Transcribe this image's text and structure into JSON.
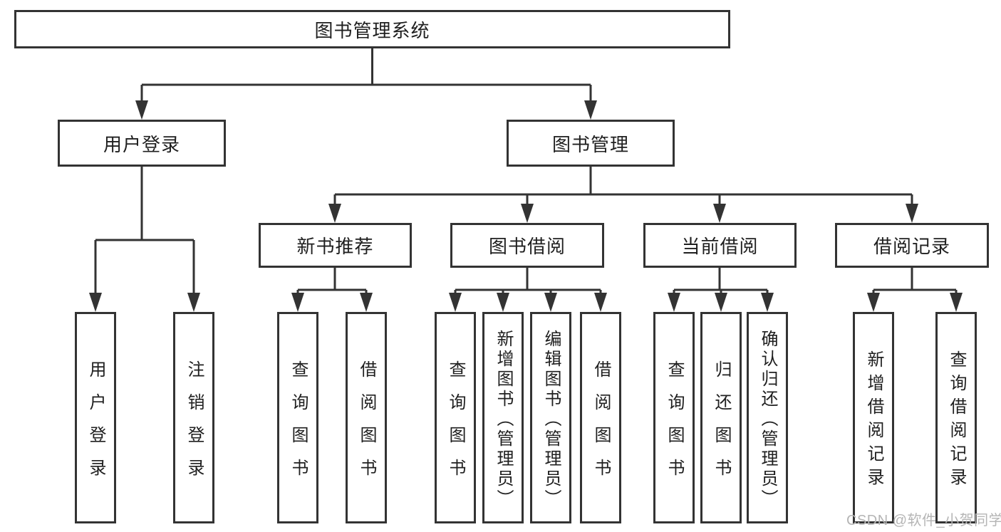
{
  "tree": {
    "label": "图书管理系统",
    "children": [
      {
        "label": "用户登录",
        "children": [
          {
            "label": "用户登录"
          },
          {
            "label": "注销登录"
          }
        ]
      },
      {
        "label": "图书管理",
        "children": [
          {
            "label": "新书推荐",
            "children": [
              {
                "label": "查询图书"
              },
              {
                "label": "借阅图书"
              }
            ]
          },
          {
            "label": "图书借阅",
            "children": [
              {
                "label": "查询图书"
              },
              {
                "label": "新增图书（管理员）"
              },
              {
                "label": "编辑图书（管理员）"
              },
              {
                "label": "借阅图书"
              }
            ]
          },
          {
            "label": "当前借阅",
            "children": [
              {
                "label": "查询图书"
              },
              {
                "label": "归还图书"
              },
              {
                "label": "确认归还（管理员）"
              }
            ]
          },
          {
            "label": "借阅记录",
            "children": [
              {
                "label": "新增借阅记录"
              },
              {
                "label": "查询借阅记录"
              }
            ]
          }
        ]
      }
    ]
  },
  "colors": {
    "line": "#333333",
    "text": "#1f1f1f",
    "background": "#ffffff",
    "watermark": "#b5b5b5"
  },
  "watermark": {
    "text": "CSDN @软件_小贺同学"
  }
}
